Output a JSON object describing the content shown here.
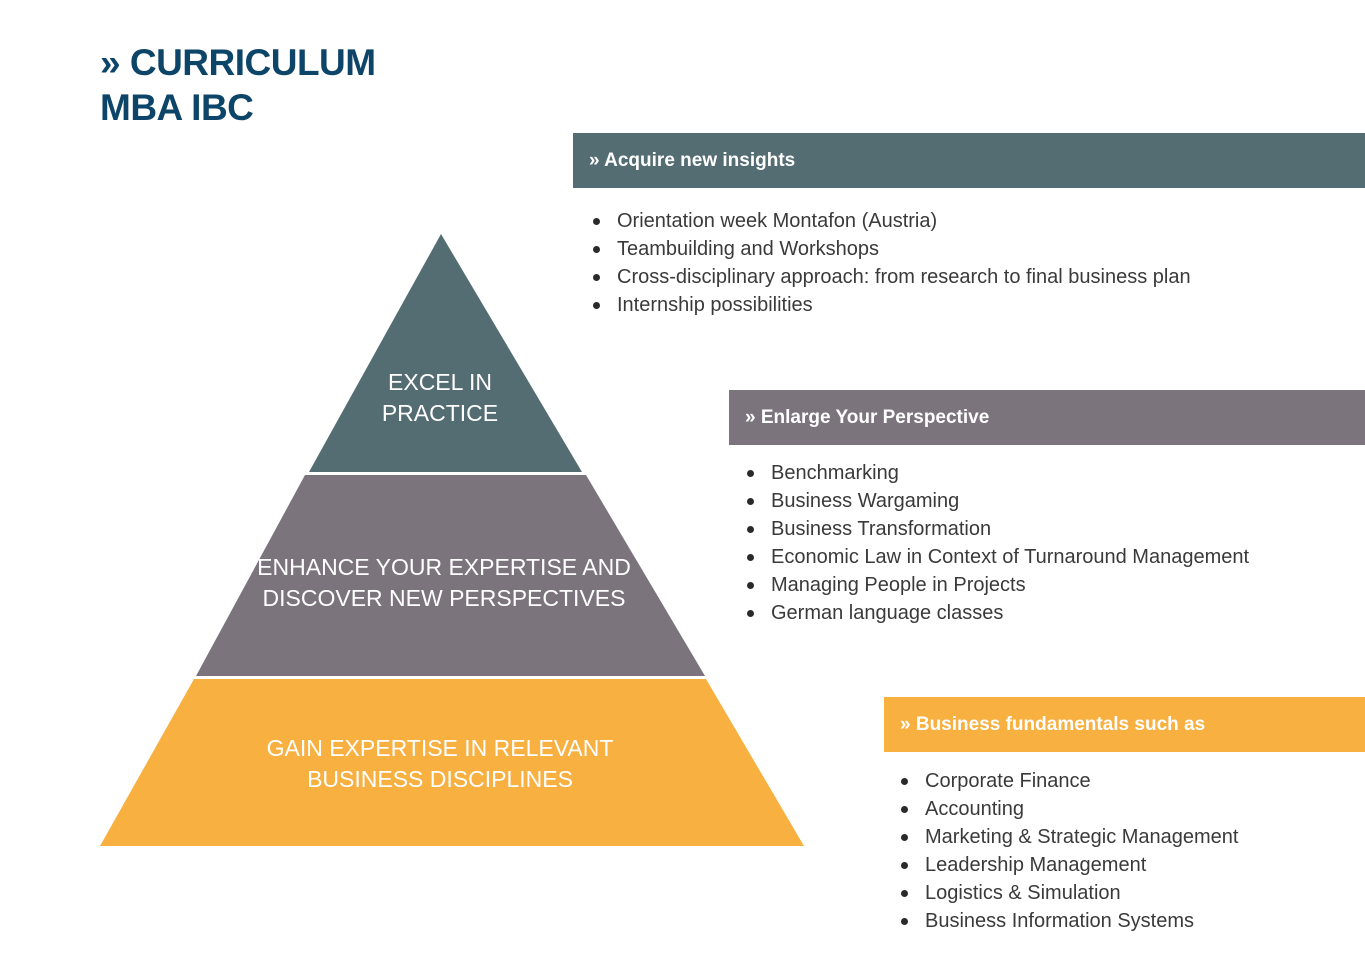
{
  "header": {
    "title_line1": "» CURRICULUM",
    "title_line2": "MBA IBC"
  },
  "colors": {
    "title": "#0d4569",
    "top_tier": "#546d73",
    "middle_tier": "#7b747d",
    "bottom_tier": "#f8b041"
  },
  "pyramid": {
    "top": {
      "line1": "EXCEL IN",
      "line2": "PRACTICE"
    },
    "middle": {
      "line1": "ENHANCE YOUR EXPERTISE AND",
      "line2": "DISCOVER NEW PERSPECTIVES"
    },
    "bottom": {
      "line1": "GAIN EXPERTISE IN RELEVANT",
      "line2": "BUSINESS DISCIPLINES"
    }
  },
  "sections": {
    "insights": {
      "header": "» Acquire new insights",
      "items": [
        "Orientation week Montafon (Austria)",
        "Teambuilding and Workshops",
        "Cross-disciplinary approach: from research to final business plan",
        "Internship possibilities"
      ]
    },
    "perspective": {
      "header": "» Enlarge Your Perspective",
      "items": [
        "Benchmarking",
        "Business Wargaming",
        "Business Transformation",
        "Economic Law in Context of  Turnaround Management",
        "Managing People in Projects",
        "German language classes"
      ]
    },
    "fundamentals": {
      "header": "» Business fundamentals such as",
      "items": [
        "Corporate Finance",
        "Accounting",
        "Marketing & Strategic Management",
        "Leadership Management",
        "Logistics & Simulation",
        "Business Information Systems"
      ]
    }
  }
}
